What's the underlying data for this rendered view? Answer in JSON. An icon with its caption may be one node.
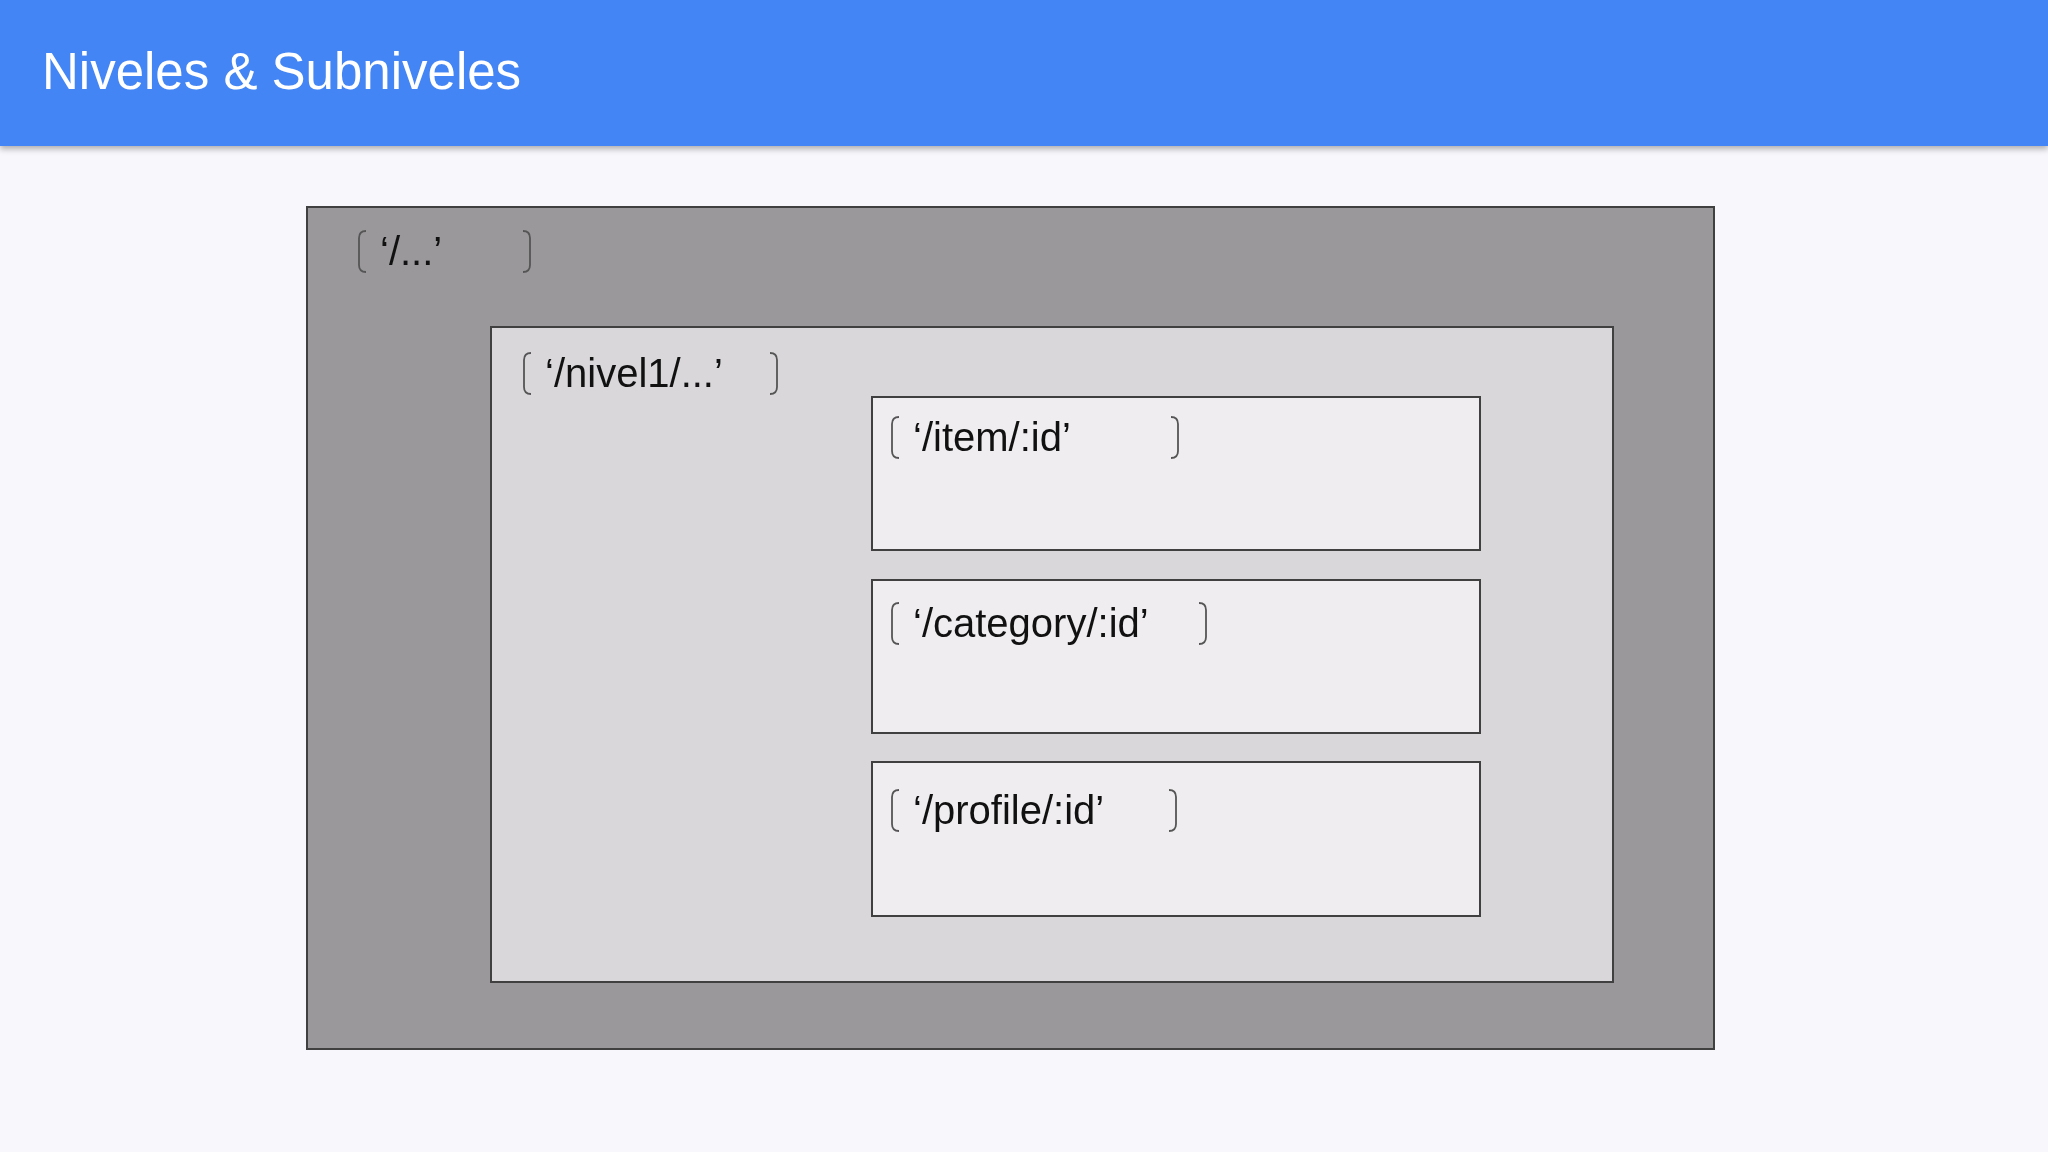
{
  "diagram": {
    "title": "Niveles & Subniveles",
    "nodes": [
      {
        "text": [
          "‘/...’"
        ]
      },
      {
        "text": [
          "‘/nivel1/...’"
        ],
        "in": 0
      },
      {
        "text": [
          "‘/item/:id’"
        ],
        "in": 1
      },
      {
        "text": [
          "‘/category/:id’"
        ],
        "in": 1
      },
      {
        "text": [
          "‘/profile/:id’"
        ],
        "in": 1
      }
    ]
  }
}
